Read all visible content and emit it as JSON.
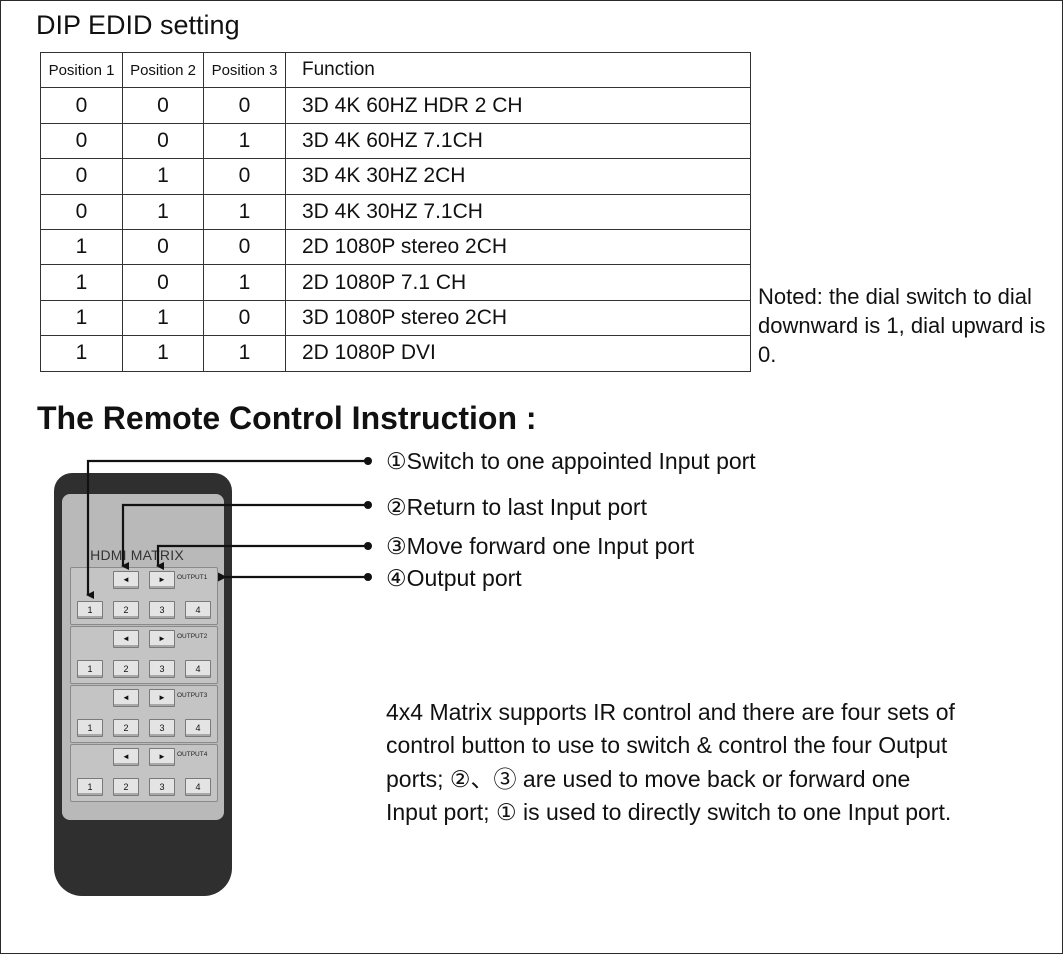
{
  "dip_section": {
    "title": "DIP EDID setting",
    "table": {
      "headers": [
        "Position 1",
        "Position 2",
        "Position 3",
        "Function"
      ],
      "rows": [
        {
          "p1": "0",
          "p2": "0",
          "p3": "0",
          "function": "3D 4K 60HZ HDR 2 CH"
        },
        {
          "p1": "0",
          "p2": "0",
          "p3": "1",
          "function": "3D 4K 60HZ 7.1CH"
        },
        {
          "p1": "0",
          "p2": "1",
          "p3": "0",
          "function": "3D 4K 30HZ 2CH"
        },
        {
          "p1": "0",
          "p2": "1",
          "p3": "1",
          "function": "3D 4K 30HZ 7.1CH"
        },
        {
          "p1": "1",
          "p2": "0",
          "p3": "0",
          "function": "2D 1080P stereo 2CH"
        },
        {
          "p1": "1",
          "p2": "0",
          "p3": "1",
          "function": "2D 1080P 7.1 CH"
        },
        {
          "p1": "1",
          "p2": "1",
          "p3": "0",
          "function": "3D 1080P stereo 2CH"
        },
        {
          "p1": "1",
          "p2": "1",
          "p3": "1",
          "function": "2D 1080P DVI"
        }
      ]
    },
    "note": "Noted: the dial switch to dial downward is 1, dial upward is 0."
  },
  "remote_section": {
    "title": "The Remote Control Instruction :",
    "callouts": [
      "①Switch to one appointed Input port",
      "②Return to last Input port",
      "③Move forward one Input port",
      "④Output port"
    ],
    "description": "4x4 Matrix supports IR control and there are four sets of control button to use to switch & control the four Output ports; ②、③ are used to move back or forward one Input port; ① is used to directly switch to one Input port.",
    "remote": {
      "label": "HDMI MATRIX",
      "left_arrow": "◄",
      "right_arrow": "►",
      "groups": [
        {
          "output_label": "OUTPUT1",
          "buttons": [
            "1",
            "2",
            "3",
            "4"
          ]
        },
        {
          "output_label": "OUTPUT2",
          "buttons": [
            "1",
            "2",
            "3",
            "4"
          ]
        },
        {
          "output_label": "OUTPUT3",
          "buttons": [
            "1",
            "2",
            "3",
            "4"
          ]
        },
        {
          "output_label": "OUTPUT4",
          "buttons": [
            "1",
            "2",
            "3",
            "4"
          ]
        }
      ]
    }
  },
  "colors": {
    "text": "#111111",
    "remote_body": "#2f2f2f",
    "remote_panel": "#b9b9b9",
    "border": "#333333"
  }
}
